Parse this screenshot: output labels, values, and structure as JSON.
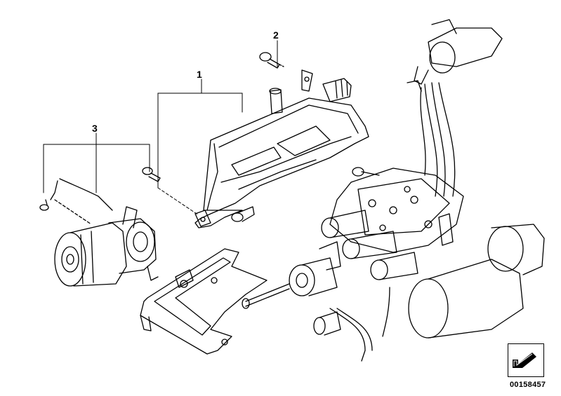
{
  "callouts": [
    {
      "id": "1"
    },
    {
      "id": "2"
    },
    {
      "id": "3"
    }
  ],
  "diagram_code": "00158457",
  "icons": {
    "nav": "arrow-icon"
  }
}
